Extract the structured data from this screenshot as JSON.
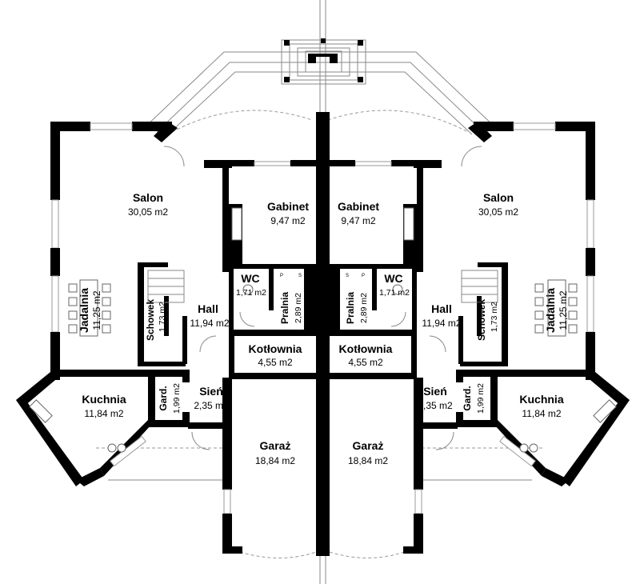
{
  "rooms_left": {
    "salon": {
      "name": "Salon",
      "area": "30,05 m2"
    },
    "gabinet": {
      "name": "Gabinet",
      "area": "9,47 m2"
    },
    "wc": {
      "name": "WC",
      "area": "1,71 m2"
    },
    "pralnia": {
      "name": "Pralnia",
      "area": "2,89 m2"
    },
    "jadalnia": {
      "name": "Jadalnia",
      "area": "11,25 m2"
    },
    "schowek": {
      "name": "Schowek",
      "area": "1,73 m2"
    },
    "hall": {
      "name": "Hall",
      "area": "11,94 m2"
    },
    "kotlownia": {
      "name": "Kotłownia",
      "area": "4,55 m2"
    },
    "kuchnia": {
      "name": "Kuchnia",
      "area": "11,84 m2"
    },
    "gard": {
      "name": "Gard.",
      "area": "1,99 m2"
    },
    "sien": {
      "name": "Sień",
      "area": "2,35 m2"
    },
    "garaz": {
      "name": "Garaż",
      "area": "18,84 m2"
    }
  },
  "rooms_right": {
    "salon": {
      "name": "Salon",
      "area": "30,05 m2"
    },
    "gabinet": {
      "name": "Gabinet",
      "area": "9,47 m2"
    },
    "wc": {
      "name": "WC",
      "area": "1,71 m2"
    },
    "pralnia": {
      "name": "Pralnia",
      "area": "2,89 m2"
    },
    "jadalnia": {
      "name": "Jadalnia",
      "area": "11,25 m2"
    },
    "schowek": {
      "name": "Schowek",
      "area": "1,73 m2"
    },
    "hall": {
      "name": "Hall",
      "area": "11,94 m2"
    },
    "kotlownia": {
      "name": "Kotłownia",
      "area": "4,55 m2"
    },
    "kuchnia": {
      "name": "Kuchnia",
      "area": "11,84 m2"
    },
    "gard": {
      "name": "Gard.",
      "area": "1,99 m2"
    },
    "sien": {
      "name": "Sień",
      "area": "2,35 m2"
    },
    "garaz": {
      "name": "Garaż",
      "area": "18,84 m2"
    }
  },
  "appliance_marks": {
    "shower": "P",
    "sink": "S"
  }
}
